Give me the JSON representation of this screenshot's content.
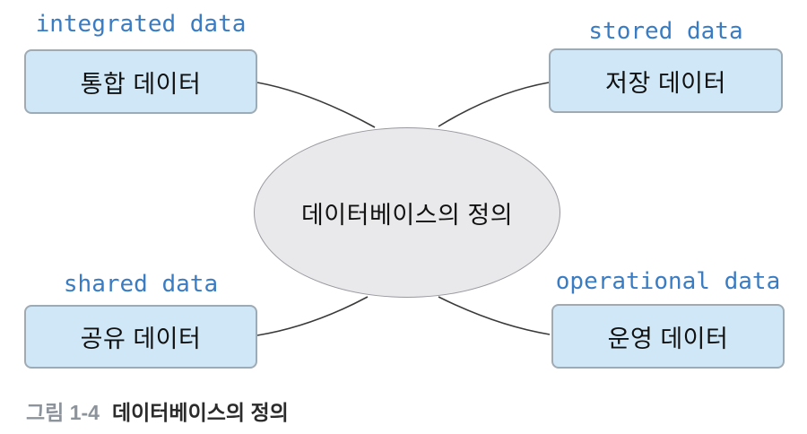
{
  "colors": {
    "box_fill": "#cfe7f6",
    "box_border": "#9fabb4",
    "ellipse_fill": "#e9e9ec",
    "ellipse_border": "#98989e",
    "english_label_blue": "#3a7cc3",
    "caption_gray": "#8d939b",
    "text_dark": "#111111"
  },
  "center": {
    "label": "데이터베이스의 정의"
  },
  "nodes": {
    "integrated": {
      "en": "integrated data",
      "ko": "통합 데이터"
    },
    "stored": {
      "en": "stored data",
      "ko": "저장 데이터"
    },
    "shared": {
      "en": "shared data",
      "ko": "공유 데이터"
    },
    "operational": {
      "en": "operational data",
      "ko": "운영 데이터"
    }
  },
  "caption": {
    "figure_label": "그림 1-4",
    "title": "데이터베이스의 정의"
  }
}
